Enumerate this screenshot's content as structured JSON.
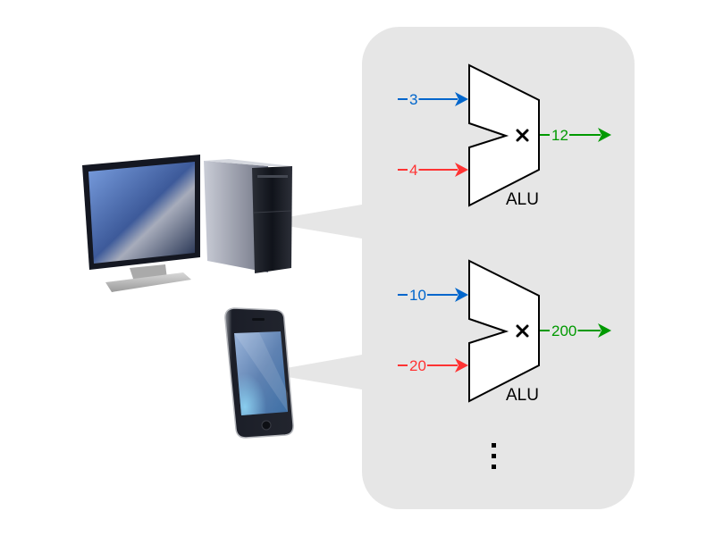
{
  "diagram": {
    "devices": [
      {
        "name": "desktop-computer",
        "icon": "desktop-computer-icon"
      },
      {
        "name": "smartphone",
        "icon": "smartphone-icon"
      }
    ],
    "alus": [
      {
        "label": "ALU",
        "operation": "×",
        "input_a": "3",
        "input_b": "4",
        "output": "12"
      },
      {
        "label": "ALU",
        "operation": "×",
        "input_a": "10",
        "input_b": "20",
        "output": "200"
      }
    ],
    "continuation": "⋮",
    "colors": {
      "panel": "#e6e6e6",
      "input_a": "#0066cc",
      "input_b": "#ff3333",
      "output": "#009900"
    }
  }
}
